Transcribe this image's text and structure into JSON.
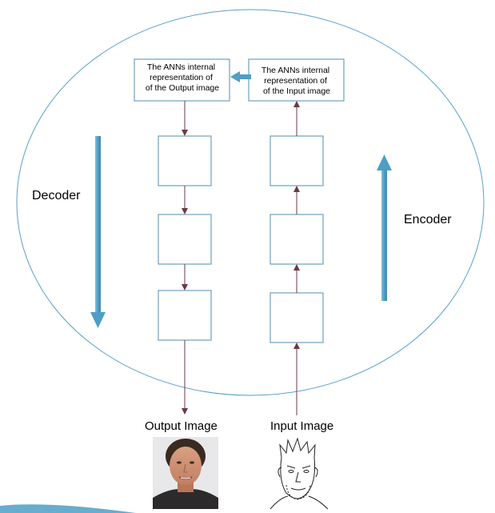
{
  "decoder_label": "Decoder",
  "encoder_label": "Encoder",
  "output_repr": [
    "The ANNs internal",
    "representation of",
    "of the Output image"
  ],
  "input_repr": [
    "The ANNs internal",
    "representation of",
    "of the Input image"
  ],
  "output_image_label": "Output Image",
  "input_image_label": "Input Image",
  "colors": {
    "ellipse": "#5aa0c8",
    "big_arrow": "#4e9ec6",
    "connector": "#6b3a44",
    "box_border": "#6fa0bd"
  }
}
